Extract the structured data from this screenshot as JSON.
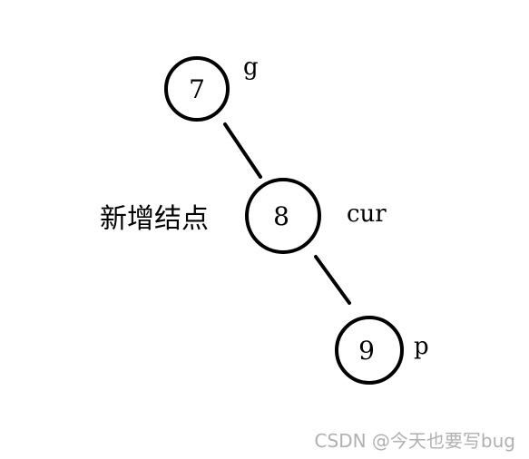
{
  "nodes": {
    "grandparent": {
      "value": "7",
      "tag": "g"
    },
    "current": {
      "value": "8",
      "tag": "cur"
    },
    "parent": {
      "value": "9",
      "tag": "p"
    }
  },
  "annotation": {
    "new_node": "新增结点"
  },
  "watermark": {
    "text": "CSDN @今天也要写bug"
  },
  "colors": {
    "stroke": "#000000",
    "background": "#ffffff",
    "watermark": "#b0b0b0"
  }
}
